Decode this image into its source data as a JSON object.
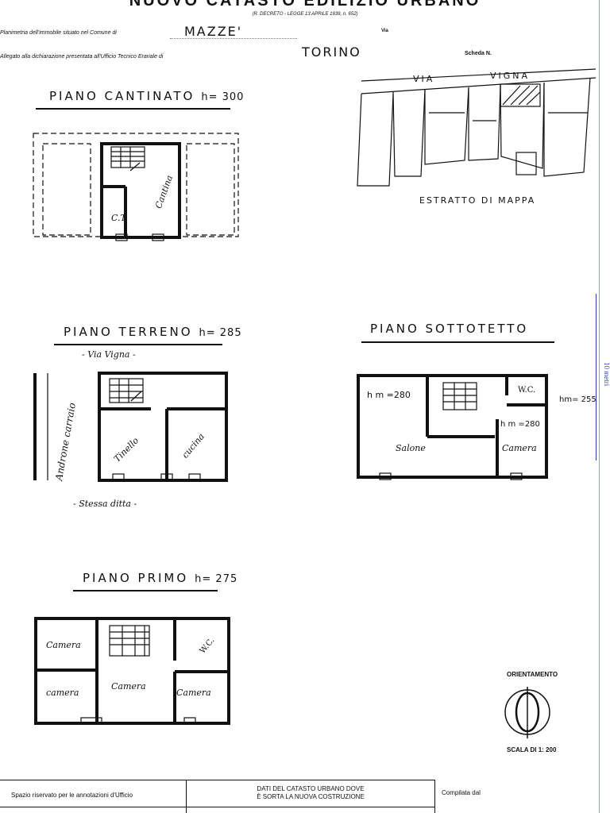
{
  "header": {
    "title": "NUOVO CATASTO EDILIZIO URBANO",
    "decree": "(R. DECRETO - LEGGE 13 APRILE 1939, n. 652)",
    "comune_label": "Planimetria dell'immobile situato nel Comune di",
    "comune_value": "MAZZE'",
    "via_label": "Via",
    "ufficio_label": "Allegato alla dichiarazione presentata all'Ufficio Tecnico Erariale di",
    "ufficio_value": "TORINO",
    "scheda_label": "Scheda N."
  },
  "plans": {
    "cantinato": {
      "title": "PIANO CANTINATO",
      "height": "h= 300",
      "rooms": [
        "C.T.",
        "Cantina"
      ]
    },
    "terreno": {
      "title": "PIANO TERRENO",
      "height": "h= 285",
      "street_label": "- Via Vigna -",
      "bottom_label": "- Stessa ditta -",
      "rooms": [
        "Androne carraio",
        "Tinello",
        "cucina"
      ]
    },
    "sottotetto": {
      "title": "PIANO SOTTOTETTO",
      "rooms": [
        "Salone",
        "Camera",
        "W.C."
      ],
      "heights": [
        "h m =280",
        "h m =280",
        "hm= 255"
      ]
    },
    "primo": {
      "title": "PIANO PRIMO",
      "height": "h= 275",
      "rooms": [
        "Camera",
        "camera",
        "Camera",
        "Camera",
        "W.C."
      ]
    }
  },
  "map": {
    "street": "VIA",
    "street2": "VIGNA",
    "caption": "ESTRATTO DI MAPPA"
  },
  "orientation": {
    "label": "ORIENTAMENTO",
    "scale": "SCALA DI 1: 200"
  },
  "scale_bar": {
    "label": "10 metri"
  },
  "footer": {
    "reserved": "Spazio riservato per le annotazioni d'Ufficio",
    "catasto_line1": "DATI DEL CATASTO URBANO DOVE",
    "catasto_line2": "È SORTA LA NUOVA COSTRUZIONE",
    "compiled": "Compilata dal"
  }
}
